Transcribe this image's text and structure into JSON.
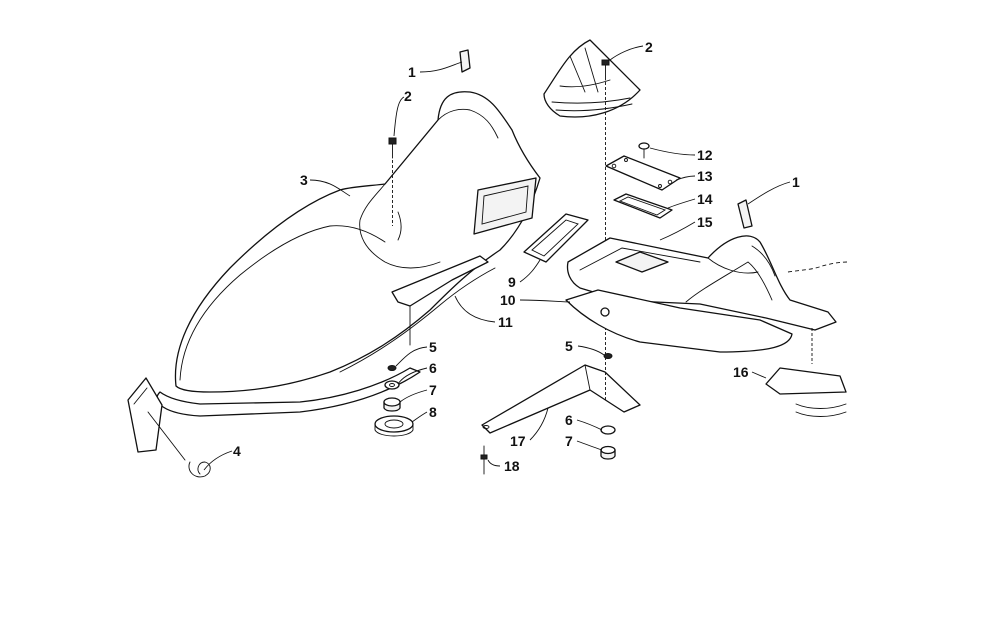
{
  "callouts": [
    {
      "id": "c1a",
      "number": "1"
    },
    {
      "id": "c2a",
      "number": "2"
    },
    {
      "id": "c3",
      "number": "3"
    },
    {
      "id": "c4",
      "number": "4"
    },
    {
      "id": "c5a",
      "number": "5"
    },
    {
      "id": "c6a",
      "number": "6"
    },
    {
      "id": "c7a",
      "number": "7"
    },
    {
      "id": "c8",
      "number": "8"
    },
    {
      "id": "c9",
      "number": "9"
    },
    {
      "id": "c10",
      "number": "10"
    },
    {
      "id": "c11",
      "number": "11"
    },
    {
      "id": "c2b",
      "number": "2"
    },
    {
      "id": "c12",
      "number": "12"
    },
    {
      "id": "c13",
      "number": "13"
    },
    {
      "id": "c14",
      "number": "14"
    },
    {
      "id": "c15",
      "number": "15"
    },
    {
      "id": "c1b",
      "number": "1"
    },
    {
      "id": "c16",
      "number": "16"
    },
    {
      "id": "c5b",
      "number": "5"
    },
    {
      "id": "c6b",
      "number": "6"
    },
    {
      "id": "c7b",
      "number": "7"
    },
    {
      "id": "c17",
      "number": "17"
    },
    {
      "id": "c18",
      "number": "18"
    }
  ]
}
